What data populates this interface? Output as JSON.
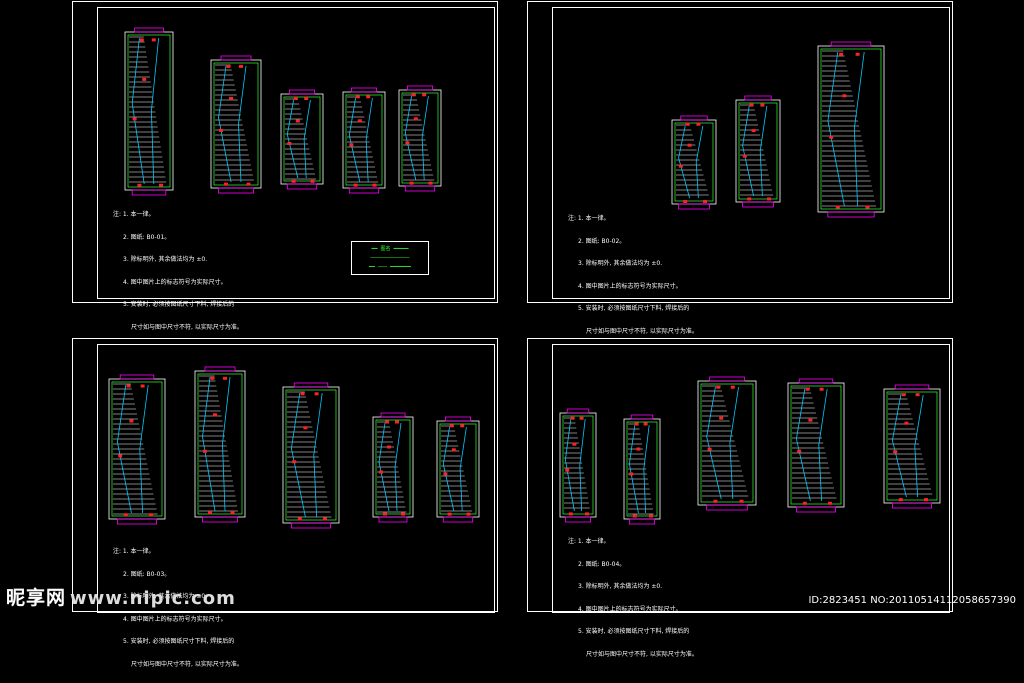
{
  "sheets": [
    {
      "id": "sheet-1",
      "notes": [
        "注: 1. 本一律。",
        "2. 图纸: B0-01。",
        "3. 除标明外, 其余做法均为 ±0.",
        "4. 图中图片上的标志符号为实际尺寸。",
        "5. 安装时, 必须按图纸尺寸下料, 焊接后的",
        "尺寸如与图中尺寸不符, 以实际尺寸为准。"
      ],
      "title_block": {
        "line1": "━━ 图名 ━━━━━",
        "line2": "─────────────",
        "line3": "━━ ─── ━━━━━━━"
      }
    },
    {
      "id": "sheet-2",
      "notes": [
        "注: 1. 本一律。",
        "2. 图纸: B0-02。",
        "3. 除标明外, 其余做法均为 ±0.",
        "4. 图中图片上的标志符号为实际尺寸。",
        "5. 安装时, 必须按图纸尺寸下料, 焊接后的",
        "尺寸如与图中尺寸不符, 以实际尺寸为准。"
      ]
    },
    {
      "id": "sheet-3",
      "notes": [
        "注: 1. 本一律。",
        "2. 图纸: B0-03。",
        "3. 除标明外, 其余做法均为 ±0.",
        "4. 图中图片上的标志符号为实际尺寸。",
        "5. 安装时, 必须按图纸尺寸下料, 焊接后的",
        "尺寸如与图中尺寸不符, 以实际尺寸为准。"
      ]
    },
    {
      "id": "sheet-4",
      "notes": [
        "注: 1. 本一律。",
        "2. 图纸: B0-04。",
        "3. 除标明外, 其余做法均为 ±0.",
        "4. 图中图片上的标志符号为实际尺寸。",
        "5. 安装时, 必须按图纸尺寸下料, 焊接后的",
        "尺寸如与图中尺寸不符, 以实际尺寸为准。"
      ]
    }
  ],
  "watermark": {
    "brand": "昵享网",
    "url": "www.nipic.com",
    "id_text": "ID:2823451 NO:20110514112058657390"
  },
  "colors": {
    "background": "#000000",
    "frame": "#ffffff",
    "outline": "#33ff33",
    "dim": "#ff00ff",
    "mark": "#ff2222",
    "curve": "#00ccff"
  }
}
